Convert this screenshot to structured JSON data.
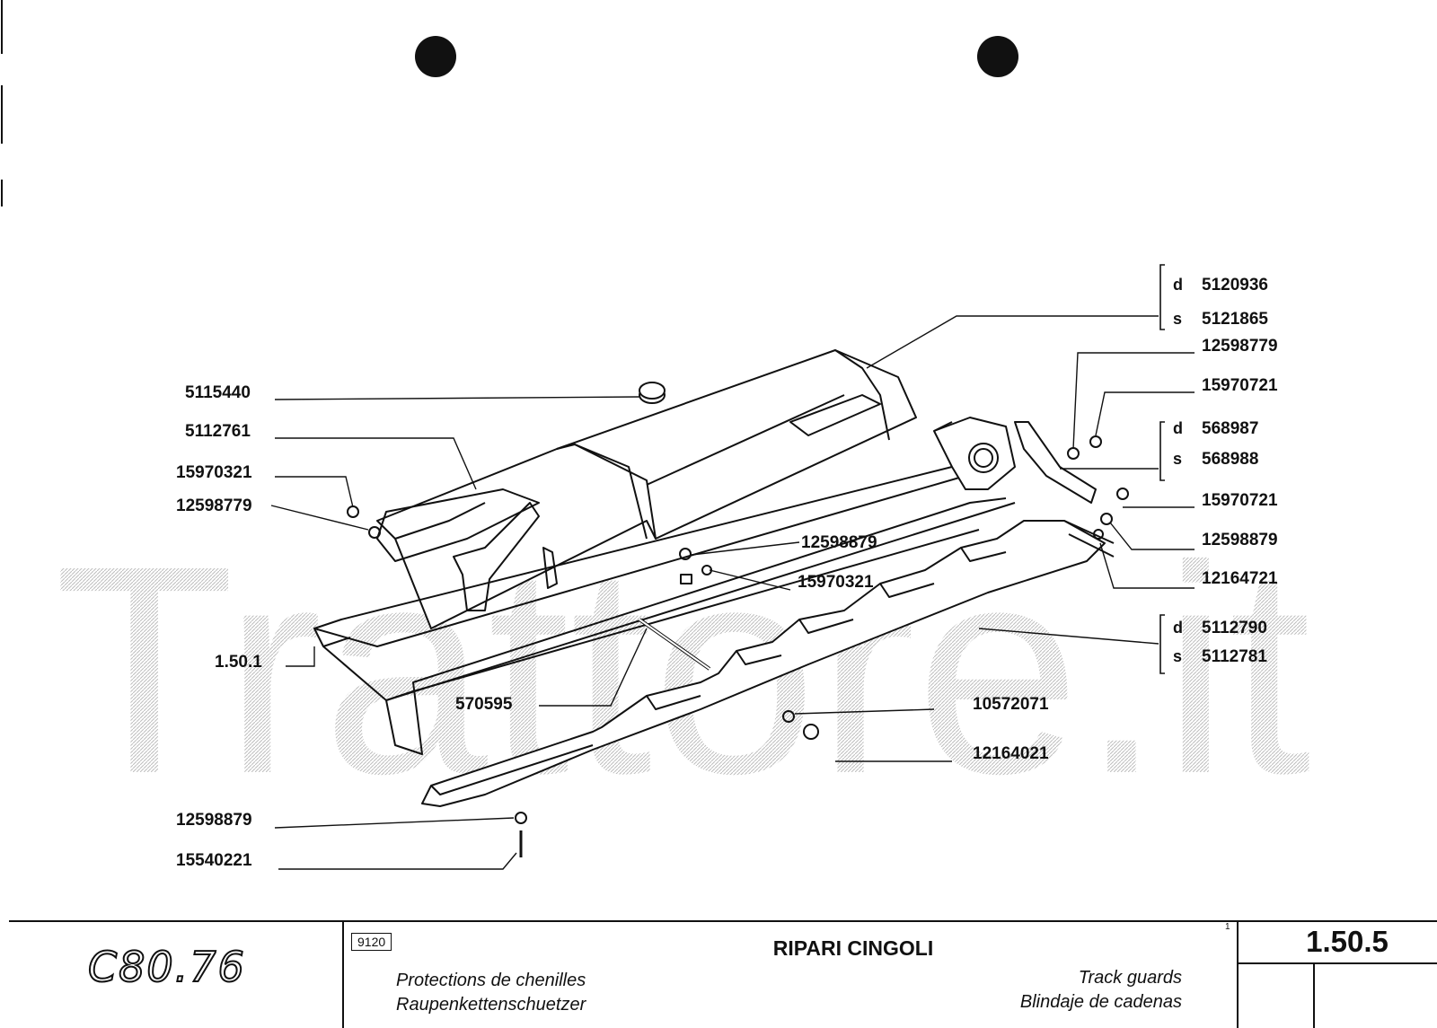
{
  "watermark": "Trattore.it",
  "part_labels_left": {
    "p5115440": "5115440",
    "p5112761": "5112761",
    "p15970321": "15970321",
    "p12598779": "12598779",
    "p1501": "1.50.1",
    "p570595": "570595",
    "p12598879": "12598879",
    "p15540221": "15540221"
  },
  "part_labels_center": {
    "p12598879": "12598879",
    "p15970321": "15970321",
    "p10572071": "10572071",
    "p12164021": "12164021"
  },
  "part_labels_right": {
    "bracket1_d_code": "d",
    "bracket1_d": "5120936",
    "bracket1_s_code": "s",
    "bracket1_s": "5121865",
    "p12598779": "12598779",
    "p15970721_a": "15970721",
    "bracket2_d_code": "d",
    "bracket2_d": "568987",
    "bracket2_s_code": "s",
    "bracket2_s": "568988",
    "p15970721_b": "15970721",
    "p12598879": "12598879",
    "p12164721": "12164721",
    "bracket3_d_code": "d",
    "bracket3_d": "5112790",
    "bracket3_s_code": "s",
    "bracket3_s": "5112781"
  },
  "title_block": {
    "model": "C80.76",
    "code": "9120",
    "title_it": "RIPARI CINGOLI",
    "title_fr": "Protections de chenilles",
    "title_de": "Raupenkettenschuetzer",
    "title_en": "Track guards",
    "title_es": "Blindaje de cadenas",
    "sheet_mark": "1",
    "page_number": "1.50.5"
  }
}
